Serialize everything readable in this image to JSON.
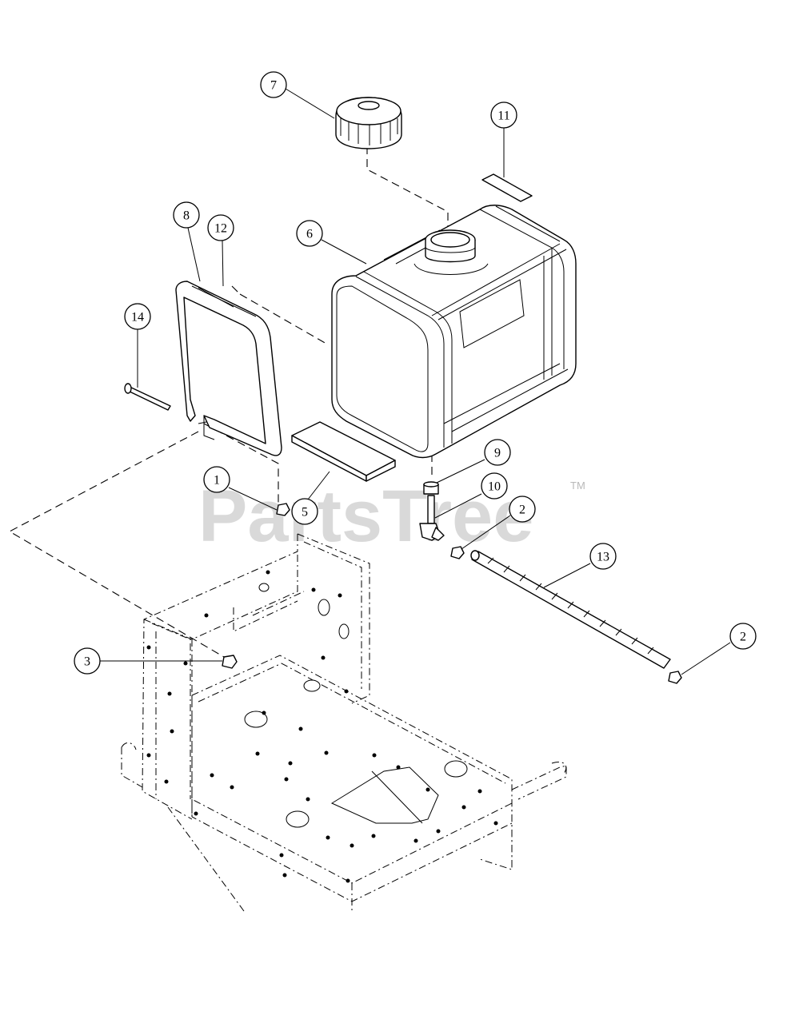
{
  "callouts": [
    {
      "id": "7",
      "label": "7"
    },
    {
      "id": "11",
      "label": "11"
    },
    {
      "id": "8",
      "label": "8"
    },
    {
      "id": "12",
      "label": "12"
    },
    {
      "id": "6",
      "label": "6"
    },
    {
      "id": "14",
      "label": "14"
    },
    {
      "id": "9",
      "label": "9"
    },
    {
      "id": "1",
      "label": "1"
    },
    {
      "id": "10",
      "label": "10"
    },
    {
      "id": "5",
      "label": "5"
    },
    {
      "id": "2a",
      "label": "2"
    },
    {
      "id": "13",
      "label": "13"
    },
    {
      "id": "2b",
      "label": "2"
    },
    {
      "id": "3",
      "label": "3"
    }
  ],
  "watermark": {
    "text": "PartsTree",
    "trademark": "TM"
  },
  "colors": {
    "line": "#000000",
    "background": "#ffffff",
    "watermark": "#b9b9b9"
  }
}
